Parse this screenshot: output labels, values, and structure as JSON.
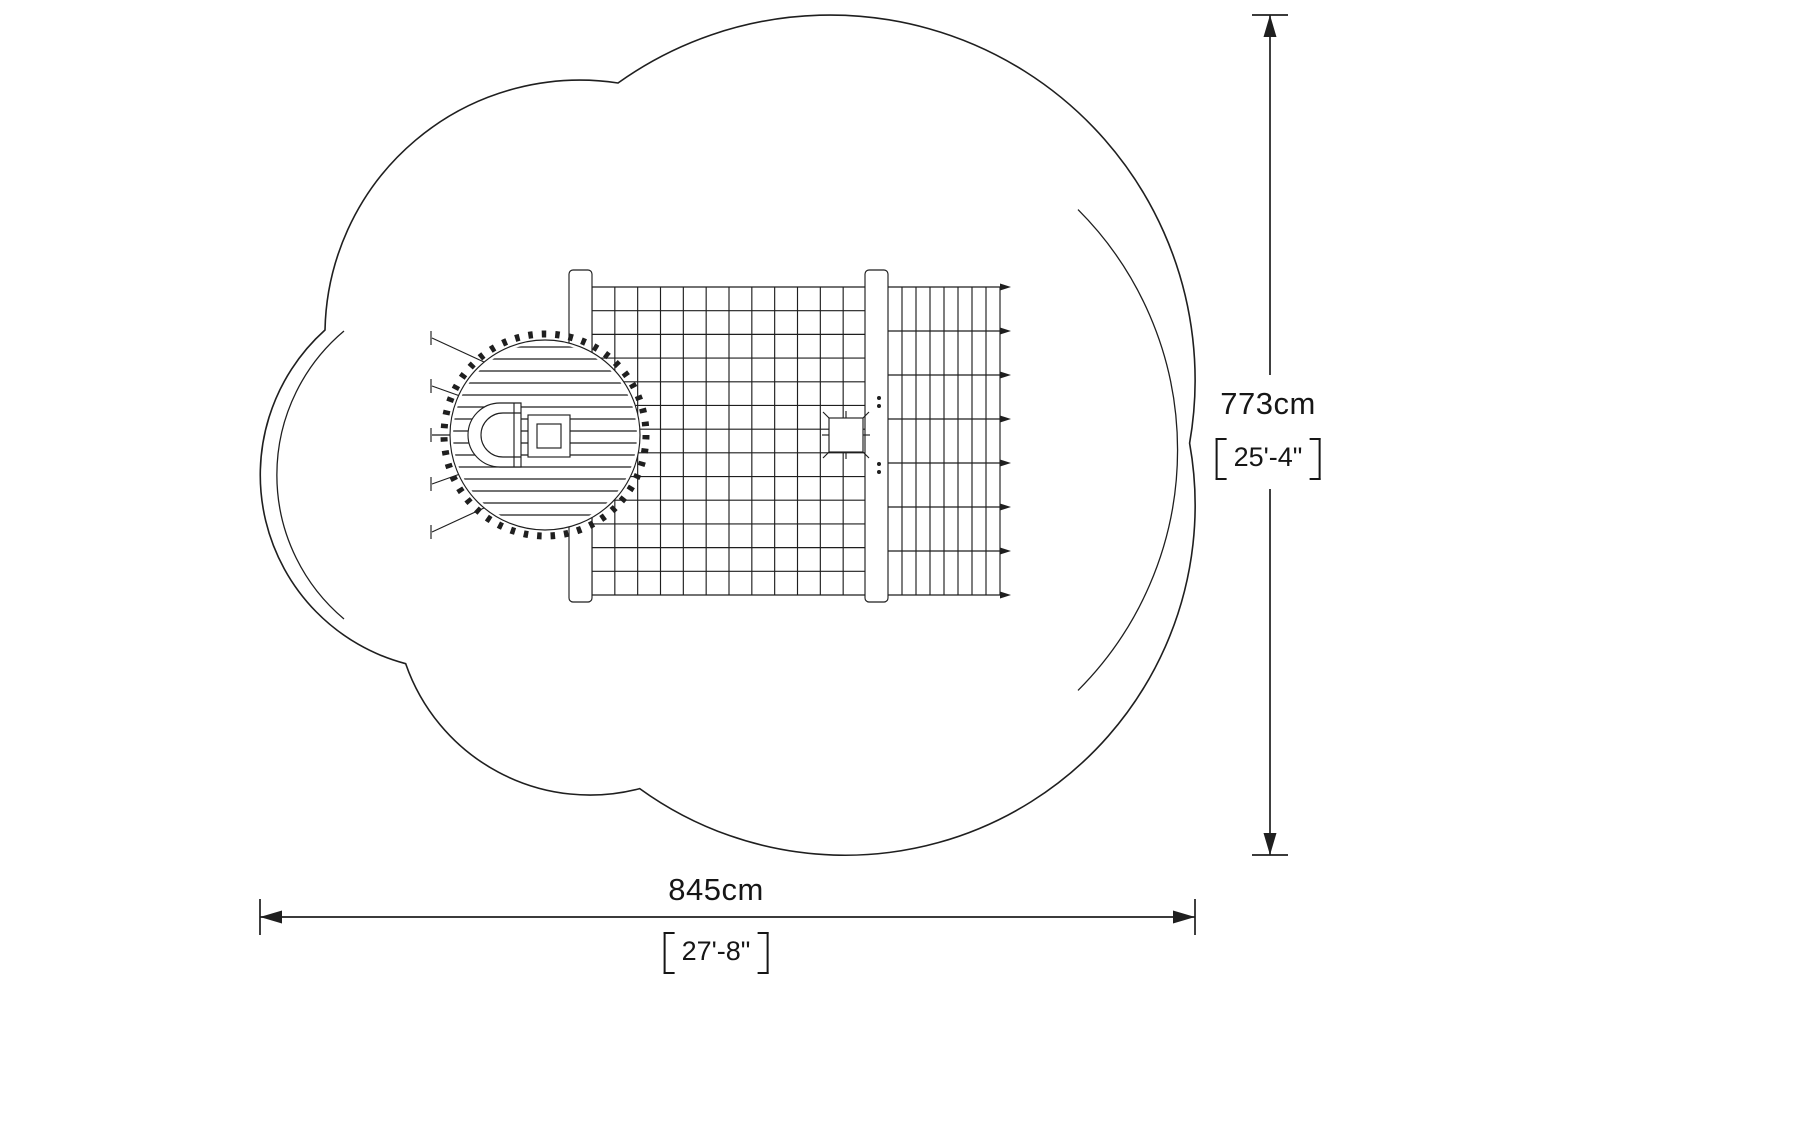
{
  "labels": {
    "height_metric": "773cm",
    "height_imperial": "25'-4\"",
    "width_metric": "845cm",
    "width_imperial": "27'-8\""
  },
  "colors": {
    "line": "#1f1f1f",
    "background": "#ffffff"
  }
}
